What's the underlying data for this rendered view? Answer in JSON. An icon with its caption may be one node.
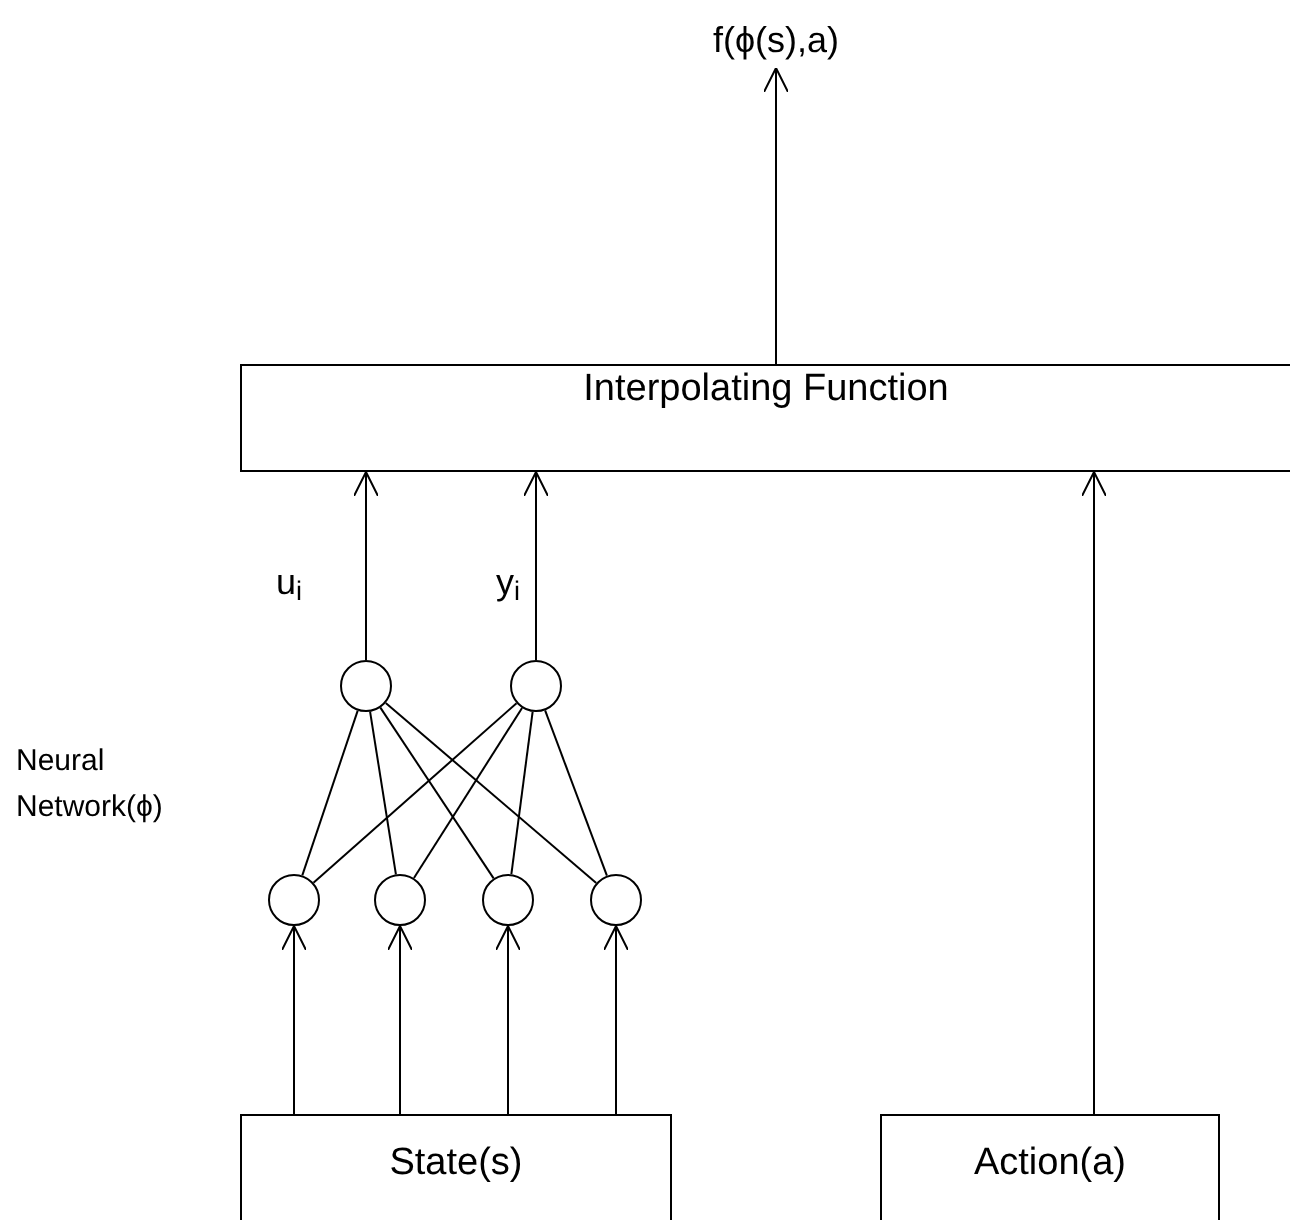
{
  "diagram": {
    "nodes": [
      {
        "text": [
          "Interpolating Function"
        ]
      },
      {
        "text": [
          "f(ϕ(s),a)"
        ]
      },
      {
        "text": [],
        "shape": "circle"
      },
      {
        "text": [],
        "shape": "circle"
      },
      {
        "text": [],
        "shape": "circle"
      },
      {
        "text": [],
        "shape": "circle"
      },
      {
        "text": [],
        "shape": "circle"
      },
      {
        "text": [],
        "shape": "circle"
      },
      {
        "text": [
          "State(s)"
        ]
      },
      {
        "text": [
          "Action(a)"
        ]
      }
    ],
    "edges": [
      {
        "from": 0,
        "to": 1,
        "arrow": "to"
      },
      {
        "from": 2,
        "to": 0,
        "arrow": "to",
        "label": "u$_{i}$"
      },
      {
        "from": 3,
        "to": 0,
        "arrow": "to",
        "label": "y$_{i}$"
      },
      {
        "from": 4,
        "to": 2,
        "arrow": "none"
      },
      {
        "from": 4,
        "to": 3,
        "arrow": "none"
      },
      {
        "from": 5,
        "to": 2,
        "arrow": "none"
      },
      {
        "from": 5,
        "to": 3,
        "arrow": "none"
      },
      {
        "from": 6,
        "to": 2,
        "arrow": "none"
      },
      {
        "from": 6,
        "to": 3,
        "arrow": "none"
      },
      {
        "from": 7,
        "to": 2,
        "arrow": "none"
      },
      {
        "from": 7,
        "to": 3,
        "arrow": "none"
      },
      {
        "from": 8,
        "to": 4,
        "arrow": "to"
      },
      {
        "from": 8,
        "to": 5,
        "arrow": "to"
      },
      {
        "from": 8,
        "to": 6,
        "arrow": "to"
      },
      {
        "from": 8,
        "to": 7,
        "arrow": "to"
      },
      {
        "from": 9,
        "to": 0,
        "arrow": "to"
      }
    ],
    "labels": [
      "Neural Network(ϕ)"
    ]
  }
}
